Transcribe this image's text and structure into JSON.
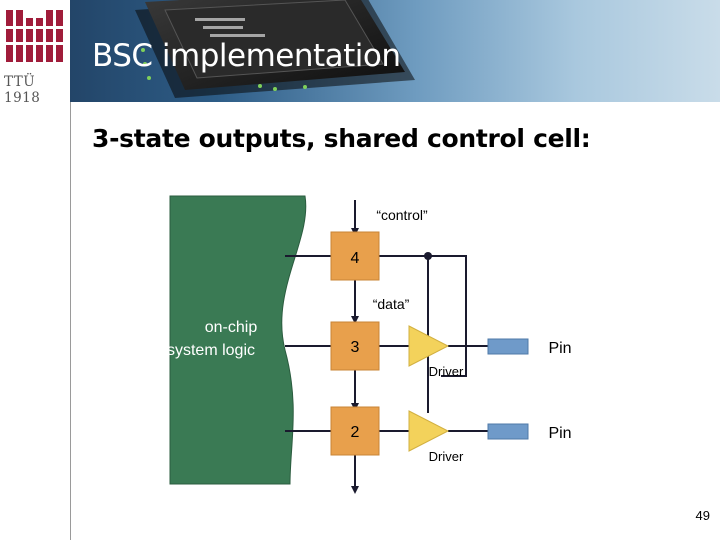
{
  "header": {
    "title": "BSC implementation",
    "logo_text": "TTÜ 1918"
  },
  "subtitle": "3-state outputs, shared control cell:",
  "diagram": {
    "logic_block_label": [
      "on-chip",
      "system logic"
    ],
    "control_signal_label": "“control”",
    "data_signal_label": "“data”",
    "cells": [
      "4",
      "3",
      "2"
    ],
    "drivers": [
      "Driver",
      "Driver"
    ],
    "pins": [
      "Pin",
      "Pin"
    ]
  },
  "colors": {
    "logic_block": "#3a7a54",
    "cell": "#e8a04c",
    "driver": "#f3d25b",
    "pin": "#6f9ac9",
    "wire": "#1a1a2e",
    "header_dark": "#1e3a5a"
  },
  "page_number": "49"
}
